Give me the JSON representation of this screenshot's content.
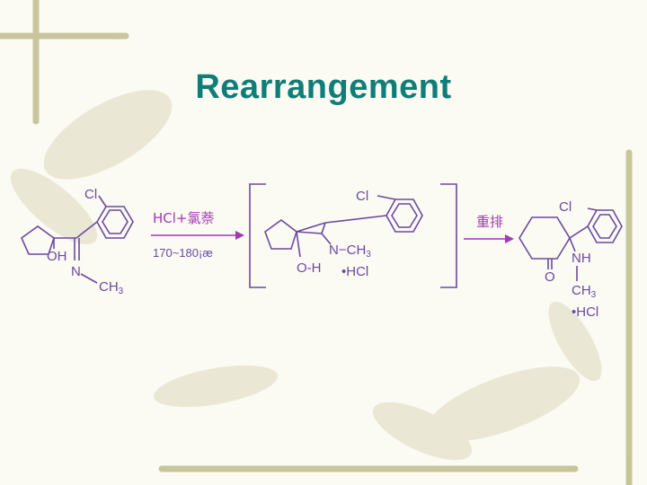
{
  "title": "Rearrangement",
  "reactant": {
    "cl": "Cl",
    "oh": "OH",
    "n": "N",
    "ch": "CH",
    "sub3": "3"
  },
  "step1": {
    "reagent_latin": "HCl+",
    "reagent_han": "氯萘",
    "conditions": "170~180¡æ"
  },
  "intermediate": {
    "cl": "Cl",
    "n": "N",
    "ch": "CH",
    "sub3": "3",
    "oh": "O-H",
    "salt": "•HCl"
  },
  "step2": {
    "label": "重排"
  },
  "product": {
    "cl": "Cl",
    "nh": "NH",
    "o": "O",
    "ch": "CH",
    "sub3": "3",
    "salt": "•HCl"
  },
  "colors": {
    "title": "#0f7d78",
    "structure": "#6a4aa0",
    "reagent": "#a03bb0",
    "decor": "#b8b480"
  }
}
